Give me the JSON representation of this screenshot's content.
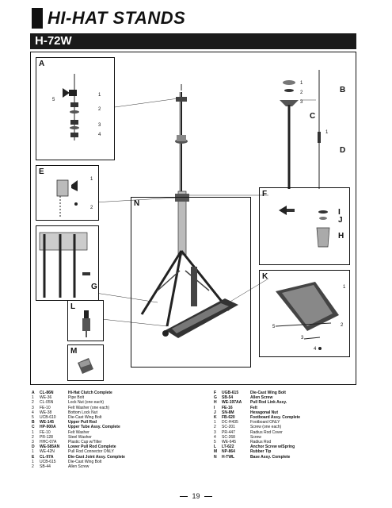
{
  "header": {
    "title": "HI-HAT STANDS",
    "model": "H-72W"
  },
  "callouts": {
    "A": "A",
    "B": "B",
    "C": "C",
    "D": "D",
    "E": "E",
    "F": "F",
    "G": "G",
    "H": "H",
    "I": "I",
    "J": "J",
    "K": "K",
    "L": "L",
    "M": "M",
    "N": "N"
  },
  "numbers": {
    "a5": "5",
    "a1": "1",
    "a2": "2",
    "a3": "3",
    "a4": "4",
    "b1": "1",
    "b2": "2",
    "b3": "3",
    "c1": "1",
    "e1": "1",
    "e2": "2",
    "k1": "1",
    "k2": "2",
    "k3": "3",
    "k4": "4",
    "k5": "5"
  },
  "parts_left": [
    {
      "code": "A",
      "part": "CL-86N",
      "desc": "Hi-Hat Clutch Complete",
      "bold": true
    },
    {
      "code": "1",
      "part": "WE-36",
      "desc": "Pipe Bolt",
      "bold": false
    },
    {
      "code": "2",
      "part": "CL-05N",
      "desc": "Lock Nut (one each)",
      "bold": false
    },
    {
      "code": "3",
      "part": "FE-10",
      "desc": "Felt Washer (one each)",
      "bold": false
    },
    {
      "code": "4",
      "part": "WE-38",
      "desc": "Bottom Lock Nut",
      "bold": false
    },
    {
      "code": "5",
      "part": "UCB-610",
      "desc": "Die-Cast Wing Bolt",
      "bold": false
    },
    {
      "code": "B",
      "part": "WE-145",
      "desc": "Upper Pull Rod",
      "bold": true
    },
    {
      "code": "C",
      "part": "HP-900A",
      "desc": "Upper Tube Assy. Complete",
      "bold": true
    },
    {
      "code": "1",
      "part": "FE-10",
      "desc": "Felt Washer",
      "bold": false
    },
    {
      "code": "2",
      "part": "PR-128",
      "desc": "Steel Washer",
      "bold": false
    },
    {
      "code": "3",
      "part": "HHC-07A",
      "desc": "Plastic Cup w/Tilter",
      "bold": false
    },
    {
      "code": "D",
      "part": "WE-585AN",
      "desc": "Lower Pull Rod Complete",
      "bold": true
    },
    {
      "code": "1",
      "part": "WE-42N",
      "desc": "Pull Rod Connector ONLY",
      "bold": false
    },
    {
      "code": "E",
      "part": "CL-97A",
      "desc": "Die-Cast Joint Assy. Complete",
      "bold": true
    },
    {
      "code": "1",
      "part": "UCB-615",
      "desc": "Die-Cast Wing Bolt",
      "bold": false
    },
    {
      "code": "2",
      "part": "SB-44",
      "desc": "Allen Screw",
      "bold": false
    }
  ],
  "parts_right": [
    {
      "code": "F",
      "part": "UGB-615",
      "desc": "Die-Cast Wing Bolt",
      "bold": true
    },
    {
      "code": "G",
      "part": "SB-54",
      "desc": "Allen Screw",
      "bold": true
    },
    {
      "code": "H",
      "part": "WE-197AA",
      "desc": "Pull Rod Link Assy.",
      "bold": true
    },
    {
      "code": "I",
      "part": "FE-16",
      "desc": "Felt",
      "bold": true
    },
    {
      "code": "J",
      "part": "SN-8M",
      "desc": "Hexagonal Nut",
      "bold": true
    },
    {
      "code": "K",
      "part": "FB-620",
      "desc": "Footboard Assy. Complete",
      "bold": true
    },
    {
      "code": "1",
      "part": "DC-H435",
      "desc": "Footboard ONLY",
      "bold": false
    },
    {
      "code": "2",
      "part": "SC-201",
      "desc": "Screw (one each)",
      "bold": false
    },
    {
      "code": "3",
      "part": "PR-447",
      "desc": "Radius Rod Cover",
      "bold": false
    },
    {
      "code": "4",
      "part": "SC-268",
      "desc": "Screw",
      "bold": false
    },
    {
      "code": "5",
      "part": "WE-645",
      "desc": "Radius Rod",
      "bold": false
    },
    {
      "code": "L",
      "part": "LT-622",
      "desc": "Anchor Screw w/Spring",
      "bold": true
    },
    {
      "code": "M",
      "part": "NP-864",
      "desc": "Rubber Tip",
      "bold": true
    },
    {
      "code": "N",
      "part": "H-TWL",
      "desc": "Base Assy. Complete",
      "bold": true
    }
  ],
  "page": {
    "number": "19"
  }
}
